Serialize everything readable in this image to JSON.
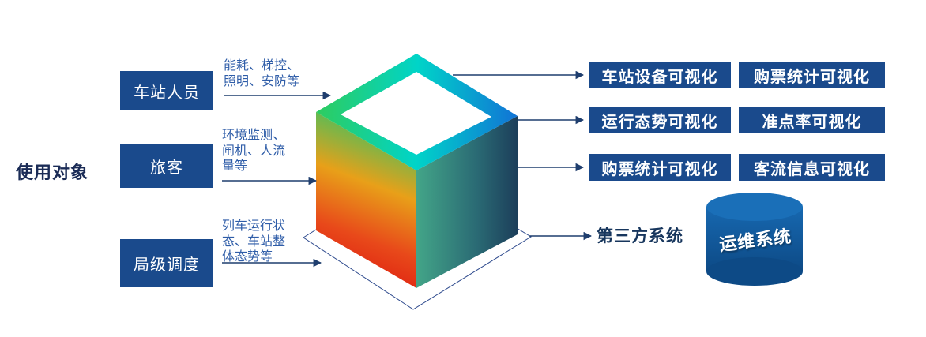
{
  "left_section": {
    "label": "使用对象",
    "items": [
      {
        "box": "车站人员",
        "note": "能耗、梯控、\n照明、安防等"
      },
      {
        "box": "旅客",
        "note": "环境监测、\n闸机、人流\n量等"
      },
      {
        "box": "局级调度",
        "note": "列车运行状\n态、车站整\n体态势等"
      }
    ]
  },
  "outputs": {
    "items": [
      "车站设备可视化",
      "购票统计可视化",
      "运行态势可视化",
      "准点率可视化",
      "购票统计可视化",
      "客流信息可视化"
    ]
  },
  "third_party": {
    "label": "第三方系统"
  },
  "ops_system": {
    "label": "运维系统"
  },
  "colors": {
    "box_bg": "#1A4A8C",
    "note_text": "#2F5DA8",
    "dark_text": "#17365D",
    "cube_green": "#2EC468",
    "cube_cyan": "#00D4C8",
    "cube_blue": "#1173D6",
    "cube_red": "#DE1B10",
    "cube_teal": "#43A588",
    "cylinder_blue": "#1667AF"
  }
}
